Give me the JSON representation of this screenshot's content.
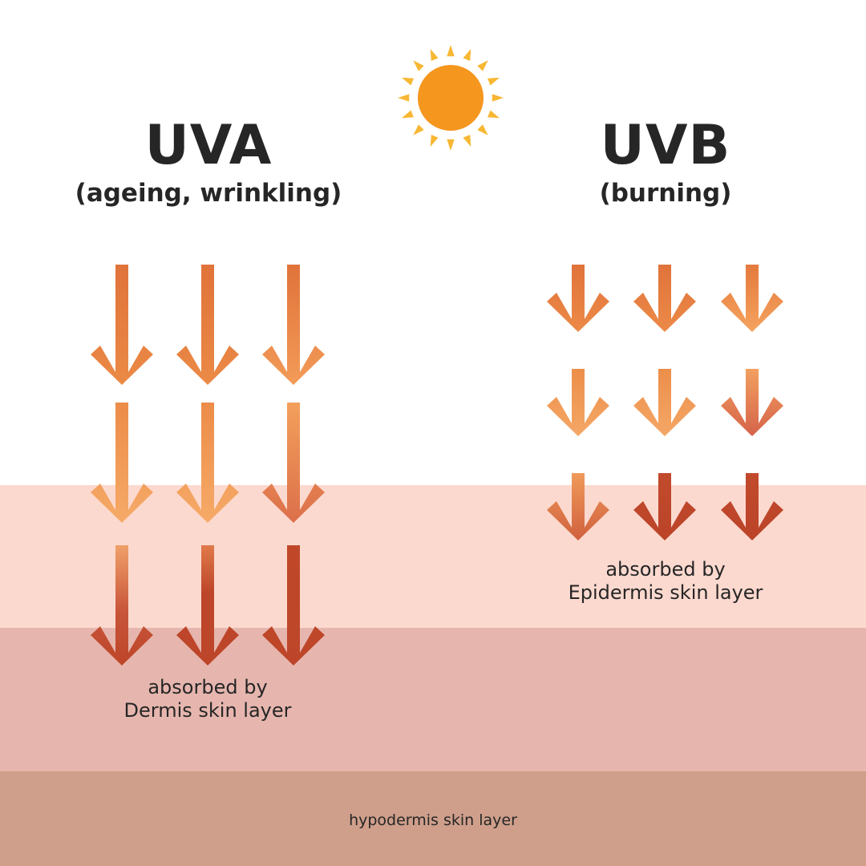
{
  "colors": {
    "background": "#ffffff",
    "epidermis": "#fcd9cf",
    "dermis": "#e6b6ae",
    "hypodermis": "#cf9f8b",
    "sun": "#f5961e",
    "sun_rays": "#f7b733",
    "text": "#262626",
    "arrow_orange": "#e27a3c",
    "arrow_light": "#f5a766",
    "arrow_red": "#bd4529"
  },
  "uva": {
    "title": "UVA",
    "subtitle": "(ageing, wrinkling)",
    "caption_line1": "absorbed by",
    "caption_line2": "Dermis skin layer"
  },
  "uvb": {
    "title": "UVB",
    "subtitle": "(burning)",
    "caption_line1": "absorbed by",
    "caption_line2": "Epidermis skin layer"
  },
  "hypodermis_label": "hypodermis skin layer",
  "icons": {
    "sun": "sun-icon",
    "arrow": "down-arrow-icon"
  }
}
